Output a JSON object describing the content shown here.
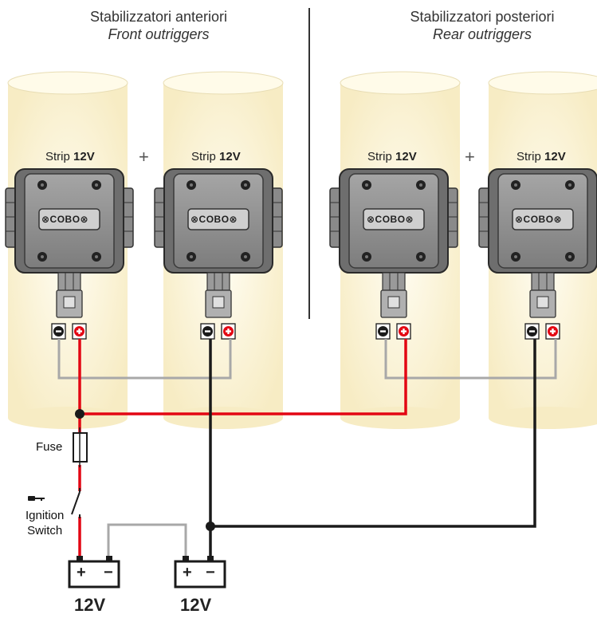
{
  "headers": {
    "front_it": "Stabilizzatori anteriori",
    "front_en": "Front outriggers",
    "rear_it": "Stabilizzatori posteriori",
    "rear_en": "Rear outriggers"
  },
  "strip": {
    "prefix": "Strip ",
    "voltage": "12V"
  },
  "plus_sign": "+",
  "controller_logo": "⊗COBO⊗",
  "fuse_label": "Fuse",
  "ignition_label_1": "Ignition",
  "ignition_label_2": "Switch",
  "battery_left_voltage": "12V",
  "battery_right_voltage": "12V",
  "battery_plus": "+",
  "battery_minus": "−",
  "colors": {
    "tube": "#fdf5dc",
    "tube_edge": "#e4d6a6",
    "red_wire": "#e30613",
    "black_wire": "#1a1a1a",
    "grey_wire": "#a8a8a8",
    "box": "#7a7a7a",
    "box_face": "#9b9b9b"
  },
  "icons": [
    "key-icon",
    "minus-terminal-icon",
    "plus-terminal-icon",
    "fuse-icon",
    "switch-icon",
    "battery-icon"
  ]
}
